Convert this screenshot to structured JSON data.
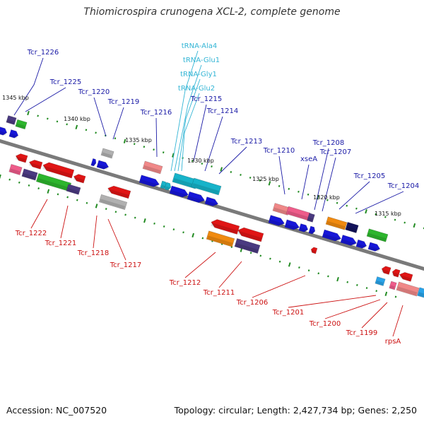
{
  "title": "Thiomicrospira crunogena XCL-2, complete genome",
  "footer": {
    "accession": "Accession: NC_007520",
    "summary": "Topology: circular; Length: 2,427,734 bp; Genes: 2,250"
  },
  "colors": {
    "backbone": "#808080",
    "label_forward": "#1a1aa6",
    "label_reverse": "#cc1111",
    "label_rna": "#33b5d5",
    "tick": "#228b22"
  },
  "kbp_labels": [
    "1345 kbp",
    "1340 kbp",
    "1335 kbp",
    "1330 kbp",
    "1325 kbp",
    "1320 kbp",
    "1315 kbp"
  ],
  "forward_genes": [
    "Tcr_1226",
    "Tcr_1225",
    "Tcr_1220",
    "Tcr_1219",
    "Tcr_1216",
    "Tcr_1215",
    "Tcr_1214",
    "Tcr_1213",
    "Tcr_1210",
    "xseA",
    "Tcr_1208",
    "Tcr_1207",
    "Tcr_1205",
    "Tcr_1204"
  ],
  "rna_genes": [
    "tRNA-Ala4",
    "tRNA-Glu1",
    "tRNA-Gly1",
    "tRNA-Glu2"
  ],
  "reverse_genes": [
    "Tcr_1222",
    "Tcr_1221",
    "Tcr_1218",
    "Tcr_1217",
    "Tcr_1212",
    "Tcr_1211",
    "Tcr_1206",
    "Tcr_1201",
    "Tcr_1200",
    "Tcr_1199",
    "rpsA"
  ]
}
